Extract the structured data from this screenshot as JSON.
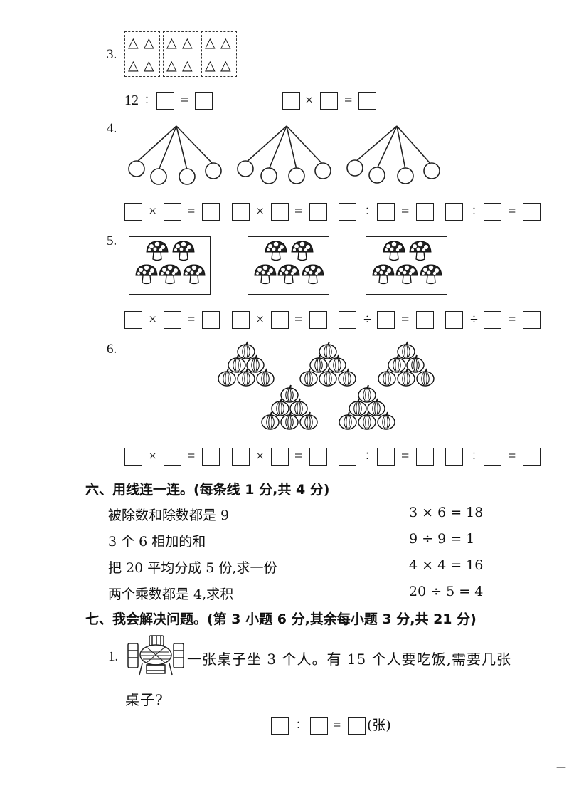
{
  "operators": {
    "times": "×",
    "divide": "÷",
    "equals": "="
  },
  "problem_3": {
    "number": "3.",
    "triangle_char": "△",
    "groups": 3,
    "per_group": 4,
    "given": "12"
  },
  "problem_4": {
    "number": "4.",
    "groups": 3,
    "circles_per_group": 4
  },
  "problem_5": {
    "number": "5.",
    "groups": 3,
    "mushrooms_per_group": 5
  },
  "problem_6": {
    "number": "6.",
    "groups": 5,
    "pumpkins_per_group": 6
  },
  "section_6": {
    "heading": "六、用线连一连。(每条线 1 分,共 4 分)",
    "left_items": [
      "被除数和除数都是 9",
      "3 个 6 相加的和",
      "把 20 平均分成 5 份,求一份",
      "两个乘数都是 4,求积"
    ],
    "right_items": [
      "3 × 6 = 18",
      "9 ÷ 9 = 1",
      "4 × 4 = 16",
      "20 ÷ 5 = 4"
    ]
  },
  "section_7": {
    "heading": "七、我会解决问题。(第 3 小题 6 分,其余每小题 3 分,共 21 分)",
    "problem_1": {
      "number": "1.",
      "text_line1": "一张桌子坐 3 个人。有 15 个人要吃饭,需要几张",
      "text_line2": "桌子?",
      "unit": "(张)"
    }
  },
  "footer_mark": "—"
}
